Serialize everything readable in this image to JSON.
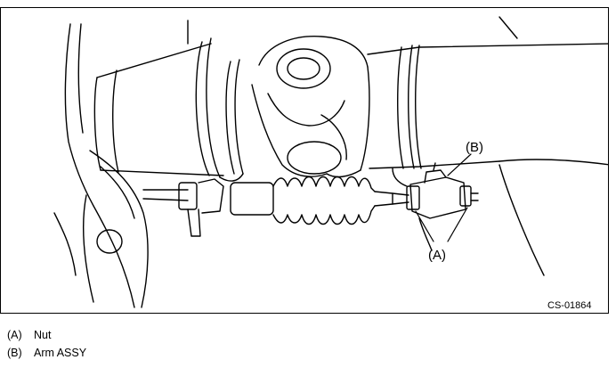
{
  "diagram": {
    "callouts": {
      "a": "(A)",
      "b": "(B)"
    },
    "figure_code": "CS-01864"
  },
  "legend": [
    {
      "key": "(A)",
      "text": "Nut"
    },
    {
      "key": "(B)",
      "text": "Arm ASSY"
    }
  ],
  "colors": {
    "line": "#000000",
    "background": "#ffffff"
  }
}
